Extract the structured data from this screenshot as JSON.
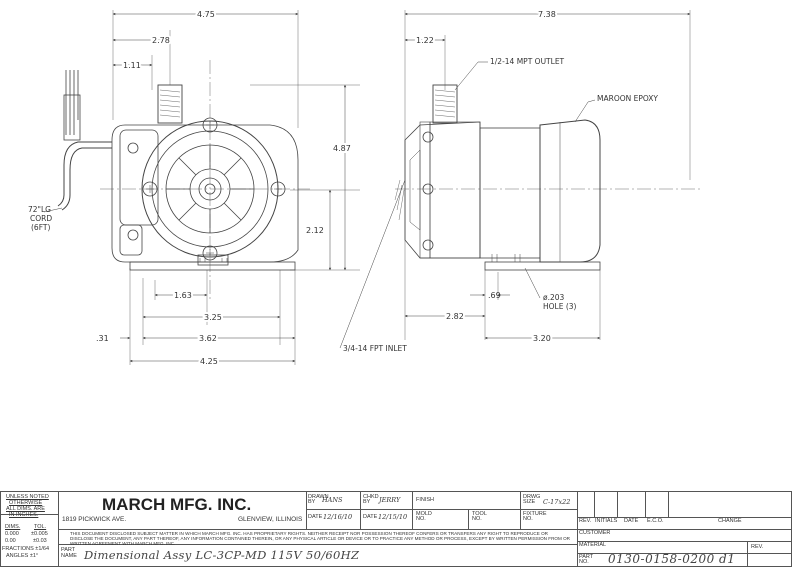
{
  "dims": {
    "overall_width_left": "4.75",
    "inlet_offset": "2.78",
    "outlet_offset_small": "1.11",
    "height": "4.87",
    "axis_height": "2.12",
    "foot_hole_1": "1.63",
    "foot_hole_2": "3.25",
    "base_width": "3.62",
    "base_offset": ".31",
    "base_overall": "4.25",
    "overall_length": "7.38",
    "outlet_side_offset": "1.22",
    "hole_offset": ".69",
    "mount_to_hole": "2.82",
    "base_length": "3.20"
  },
  "notes": {
    "outlet": "1/2-14 MPT OUTLET",
    "epoxy": "MAROON EPOXY",
    "cord_1": "72\"LG",
    "cord_2": "CORD",
    "cord_3": "(6FT)",
    "inlet": "3/4-14 FPT INLET",
    "hole_1": "ø.203",
    "hole_2": "HOLE (3)"
  },
  "title_block": {
    "unless_1": "UNLESS NOTED",
    "unless_2": "OTHERWISE",
    "unless_3": "ALL DIMS. ARE",
    "unless_4": "IN INCHES.",
    "dims_hdr": "DIMS.",
    "tol_hdr": "TOL.",
    "tol_row1_a": "0.000",
    "tol_row1_b": "±0.005",
    "tol_row2_a": "0.00",
    "tol_row2_b": "±0.03",
    "fractions": "FRACTIONS ±1/64",
    "angles": "ANGLES ±1°",
    "company": "MARCH MFG. INC.",
    "address": "1819 PICKWICK AVE.",
    "city": "GLENVIEW, ILLINOIS",
    "proprietary": "THIS DOCUMENT DISCLOSED SUBJECT MATTER IN WHICH MARCH MFG. INC. HAS PROPRIETARY RIGHTS. NEITHER RECEIPT NOR POSSESSION THEREOF CONFERS OR TRANSFERS ANY RIGHT TO REPRODUCE OR DISCLOSE THE DOCUMENT, ANY PART THEREOF, ANY INFORMATION CONTAINED THEREIN, OR ANY PHYSICAL ARTICLE OR DEVICE OR TO PRACTICE ANY METHOD OR PROCESS, EXCEPT BY WRITTEN PERMISSION FROM OR WRITTEN AGREEMENT WITH MARCH MFG. INC.",
    "drawn_by_label": "DRAWN BY",
    "drawn_by": "HANS",
    "chkd_by_label": "CHKD BY",
    "chkd_by": "JERRY",
    "finish_label": "FINISH",
    "dwg_size_label": "DRWG SIZE",
    "dwg_size": "C-17x22",
    "date_label": "DATE",
    "date_drawn": "12/16/10",
    "date_chkd": "12/15/10",
    "mold_label": "MOLD NO.",
    "tool_label": "TOOL NO.",
    "fixture_label": "FIXTURE NO.",
    "customer_label": "CUSTOMER",
    "material_label": "MATERIAL",
    "rev_label": "REV.",
    "initials_label": "INITIALS",
    "eco_label": "E.C.O.",
    "change_label": "CHANGE",
    "part_name_label": "PART NAME",
    "part_name": "Dimensional Assy LC-3CP-MD 115V 50/60HZ",
    "part_no_label": "PART NO.",
    "part_no": "0130-0158-0200 d1",
    "rev2_label": "REV."
  }
}
